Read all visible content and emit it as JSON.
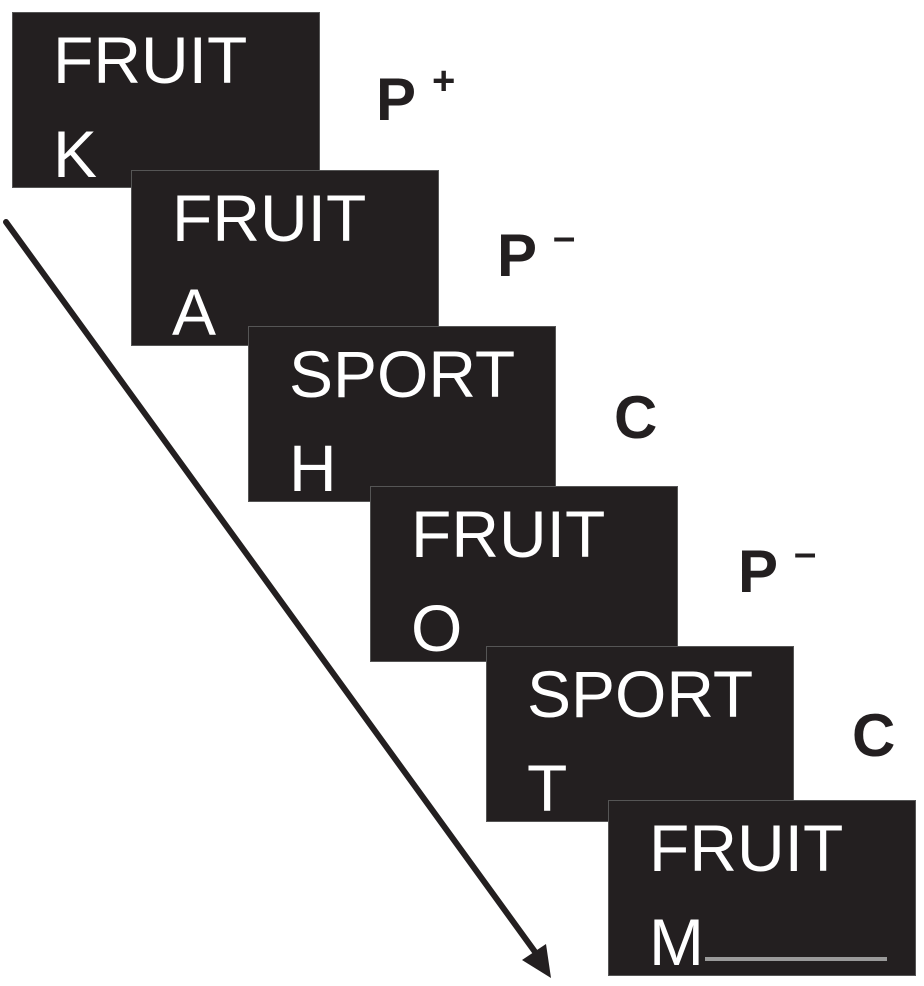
{
  "trials": [
    {
      "category": "FRUIT",
      "letter": "K",
      "condition": "P",
      "sign": "+"
    },
    {
      "category": "FRUIT",
      "letter": "A",
      "condition": "P",
      "sign": "–"
    },
    {
      "category": "SPORT",
      "letter": "H",
      "condition": "C",
      "sign": ""
    },
    {
      "category": "FRUIT",
      "letter": "O",
      "condition": "P",
      "sign": "–"
    },
    {
      "category": "SPORT",
      "letter": "T",
      "condition": "C",
      "sign": ""
    },
    {
      "category": "FRUIT",
      "letter": "M",
      "condition": "",
      "sign": ""
    }
  ],
  "colors": {
    "card_fill": "#231f20",
    "card_text": "#ffffff",
    "label_text": "#231f20",
    "arrow": "#231f20",
    "underline": "#9a9a9a"
  },
  "icons": {
    "time_arrow": "arrow-down-right-icon"
  }
}
